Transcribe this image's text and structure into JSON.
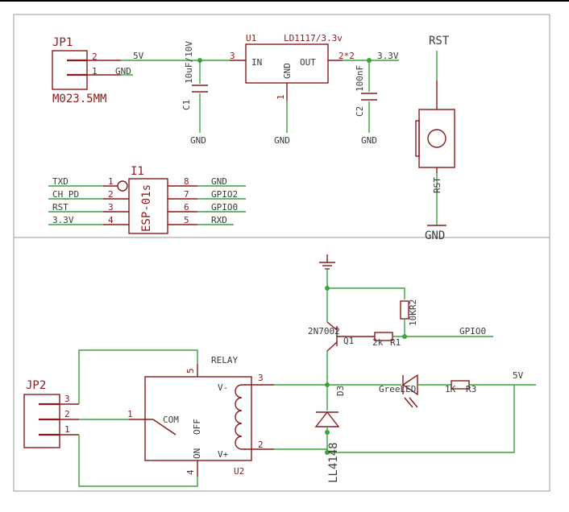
{
  "top": {
    "jp1": {
      "name": "JP1",
      "value": "M023.5MM",
      "pin2": "2",
      "pin1": "1",
      "net2": "5V",
      "net1": "GND"
    },
    "u1": {
      "name": "U1",
      "value": "LD1117/3.3v",
      "in": "IN",
      "out": "OUT",
      "gnd": "GND",
      "pin3": "3",
      "pin2": "2*2",
      "pin1": "1"
    },
    "c1": {
      "name": "C1",
      "value": "10uF/10V"
    },
    "c2": {
      "name": "C2",
      "value": "100nF"
    },
    "net_33": "3.3V",
    "gnd1": "GND",
    "gnd2": "GND",
    "gnd3": "GND",
    "rst": {
      "top": "RST",
      "mid": "RST",
      "bottom": "GND"
    },
    "esp": {
      "name": "I1",
      "value": "ESP-01s",
      "left": [
        {
          "net": "TXD",
          "pin": "1"
        },
        {
          "net": "CH_PD",
          "pin": "2"
        },
        {
          "net": "RST",
          "pin": "3"
        },
        {
          "net": "3.3V",
          "pin": "4"
        }
      ],
      "right": [
        {
          "net": "GND",
          "pin": "8"
        },
        {
          "net": "GPIO2",
          "pin": "7"
        },
        {
          "net": "GPIO0",
          "pin": "6"
        },
        {
          "net": "RXD",
          "pin": "5"
        }
      ]
    }
  },
  "bottom": {
    "jp2": {
      "name": "JP2",
      "p3": "3",
      "p2": "2",
      "p1": "1"
    },
    "relay": {
      "title": "RELAY",
      "name": "U2",
      "com": "COM",
      "on": "ON",
      "off": "OFF",
      "vminus": "V-",
      "vplus": "V+",
      "p1": "1",
      "p2": "2",
      "p3": "3",
      "p4": "4",
      "p5": "5"
    },
    "q1": {
      "type": "2N7002",
      "name": "Q1"
    },
    "r1": {
      "value": "2k",
      "name": "R1"
    },
    "r2": {
      "value": "10K",
      "name": "R2"
    },
    "gpio0": "GPIO0",
    "d": {
      "name": "D3",
      "value": "LL4148"
    },
    "led": {
      "label": "GreeLED"
    },
    "r3": {
      "value": "1K",
      "name": "R3"
    },
    "net_5v": "5V"
  }
}
